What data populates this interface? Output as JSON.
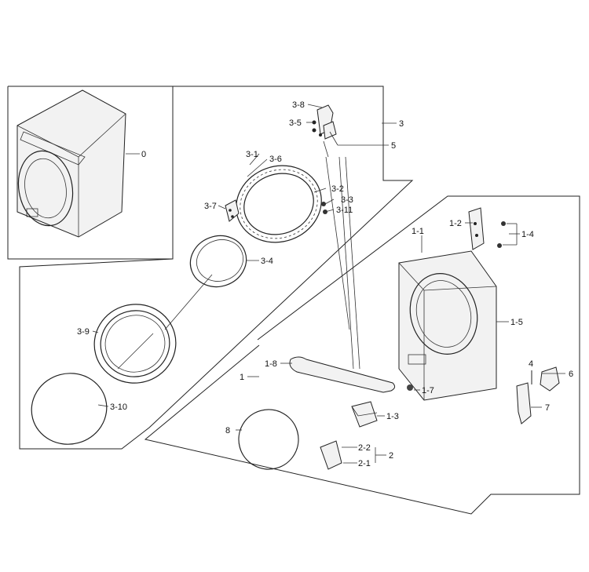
{
  "labels": {
    "l0": "0",
    "l3": "3",
    "l3_8": "3-8",
    "l3_5": "3-5",
    "l5": "5",
    "l3_1": "3-1",
    "l3_6": "3-6",
    "l3_2": "3-2",
    "l3_3": "3-3",
    "l3_7": "3-7",
    "l3_11": "3-11",
    "l3_4": "3-4",
    "l3_9": "3-9",
    "l3_10": "3-10",
    "l1_2": "1-2",
    "l1_4": "1-4",
    "l1_1": "1-1",
    "l1_5": "1-5",
    "l1_8": "1-8",
    "l1": "1",
    "l1_7": "1-7",
    "l1_3": "1-3",
    "l4": "4",
    "l6": "6",
    "l7": "7",
    "l8": "8",
    "l2_2": "2-2",
    "l2_1": "2-1",
    "l2": "2"
  }
}
